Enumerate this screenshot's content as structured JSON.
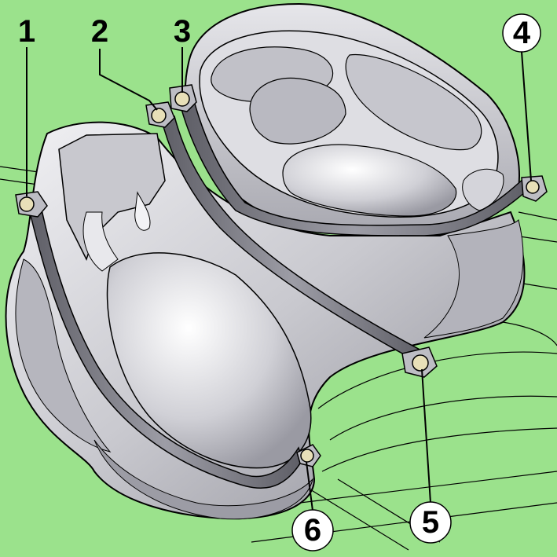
{
  "colors": {
    "background": "#9be28c",
    "tank_fill": "#d6d6dc",
    "tank_shadow": "#8a8a94",
    "strap_fill": "#7b7b84",
    "outline": "#000000",
    "nut_fill": "#e8e0b8"
  },
  "callouts": [
    {
      "id": "1",
      "label": "1"
    },
    {
      "id": "2",
      "label": "2"
    },
    {
      "id": "3",
      "label": "3"
    },
    {
      "id": "4",
      "label": "4"
    },
    {
      "id": "5",
      "label": "5"
    },
    {
      "id": "6",
      "label": "6"
    }
  ]
}
